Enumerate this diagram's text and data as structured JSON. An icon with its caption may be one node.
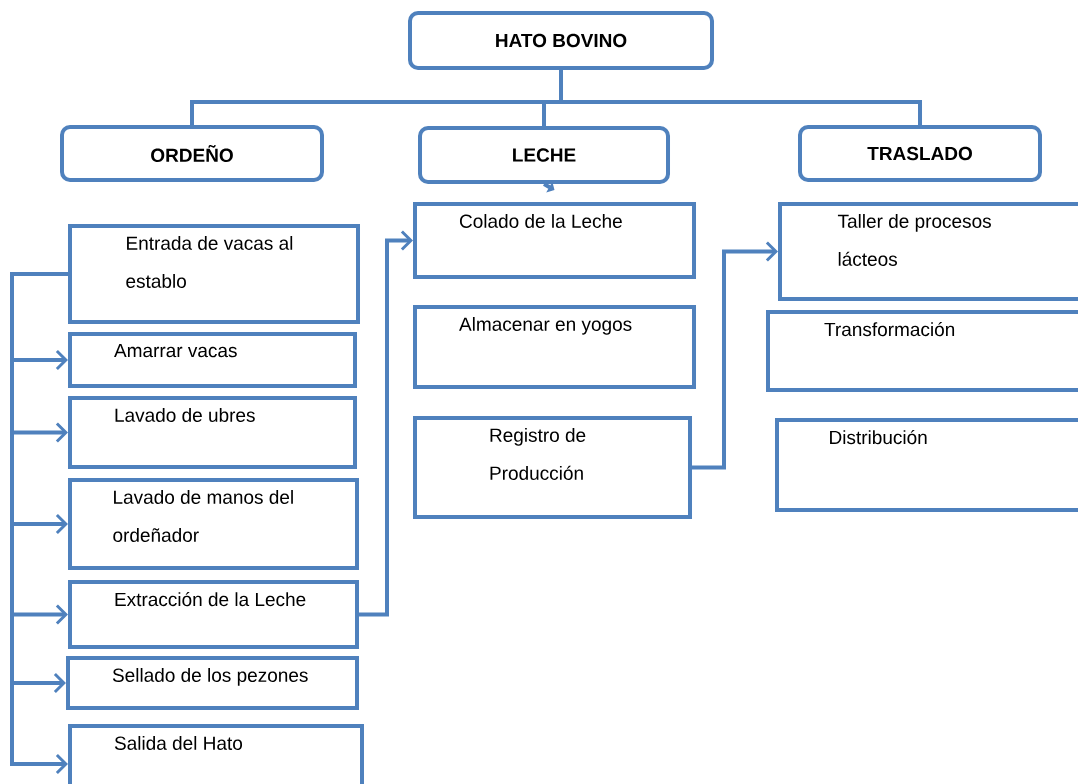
{
  "diagram": {
    "nodes": [
      {
        "text": [
          "HATO BOVINO"
        ]
      },
      {
        "text": [
          "ORDEÑO"
        ]
      },
      {
        "text": [
          "LECHE"
        ]
      },
      {
        "text": [
          "TRASLADO"
        ]
      },
      {
        "text": [
          "Entrada de vacas al establo"
        ]
      },
      {
        "text": [
          "Amarrar vacas"
        ]
      },
      {
        "text": [
          "Lavado de ubres"
        ]
      },
      {
        "text": [
          "Lavado de manos del ordeñador"
        ]
      },
      {
        "text": [
          "Extracción de la Leche"
        ]
      },
      {
        "text": [
          "Sellado de los pezones"
        ]
      },
      {
        "text": [
          "Salida del Hato"
        ]
      },
      {
        "text": [
          "Colado de la Leche"
        ]
      },
      {
        "text": [
          "Almacenar en yogos"
        ]
      },
      {
        "text": [
          "Registro de Producción"
        ]
      },
      {
        "text": [
          "Taller de procesos lácteos"
        ]
      },
      {
        "text": [
          "Transformación"
        ]
      },
      {
        "text": [
          "Distribución"
        ]
      }
    ],
    "edges": [
      {
        "from": 0,
        "to": 1,
        "arrow": "none"
      },
      {
        "from": 0,
        "to": 2,
        "arrow": "none"
      },
      {
        "from": 0,
        "to": 3,
        "arrow": "none"
      },
      {
        "from": 2,
        "to": 11,
        "arrow": "to"
      },
      {
        "from": 4,
        "to": 5,
        "arrow": "to"
      },
      {
        "from": 4,
        "to": 6,
        "arrow": "to"
      },
      {
        "from": 4,
        "to": 7,
        "arrow": "to"
      },
      {
        "from": 4,
        "to": 8,
        "arrow": "to"
      },
      {
        "from": 4,
        "to": 9,
        "arrow": "to"
      },
      {
        "from": 4,
        "to": 10,
        "arrow": "to"
      },
      {
        "from": 8,
        "to": 11,
        "arrow": "to"
      },
      {
        "from": 13,
        "to": 14,
        "arrow": "to"
      }
    ]
  }
}
